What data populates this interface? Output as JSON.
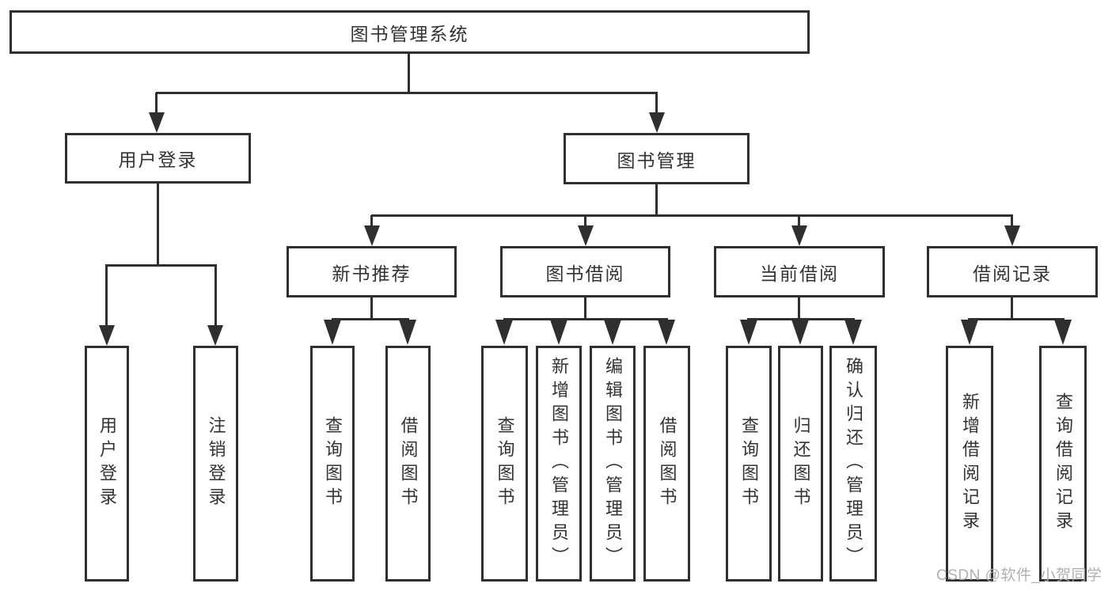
{
  "diagram": {
    "type": "hierarchy-tree",
    "root": {
      "label": "图书管理系统"
    },
    "level2": [
      {
        "label": "用户登录"
      },
      {
        "label": "图书管理"
      }
    ],
    "level3": [
      {
        "label": "新书推荐",
        "parent": "图书管理"
      },
      {
        "label": "图书借阅",
        "parent": "图书管理"
      },
      {
        "label": "当前借阅",
        "parent": "图书管理"
      },
      {
        "label": "借阅记录",
        "parent": "图书管理"
      }
    ],
    "leaves": {
      "user_login": [
        {
          "label": "用户登录"
        },
        {
          "label": "注销登录"
        }
      ],
      "new_book": [
        {
          "label": "查询图书"
        },
        {
          "label": "借阅图书"
        }
      ],
      "borrow": [
        {
          "label": "查询图书"
        },
        {
          "label": "新增图书（管理员）"
        },
        {
          "label": "编辑图书（管理员）"
        },
        {
          "label": "借阅图书"
        }
      ],
      "current": [
        {
          "label": "查询图书"
        },
        {
          "label": "归还图书"
        },
        {
          "label": "确认归还（管理员）"
        }
      ],
      "records": [
        {
          "label": "新增借阅记录"
        },
        {
          "label": "查询借阅记录"
        }
      ]
    }
  },
  "watermark": {
    "text": "CSDN @软件_小贺同学"
  },
  "colors": {
    "line": "#2f2f2f",
    "text": "#333333",
    "background": "#ffffff",
    "watermark": "#acacac"
  }
}
